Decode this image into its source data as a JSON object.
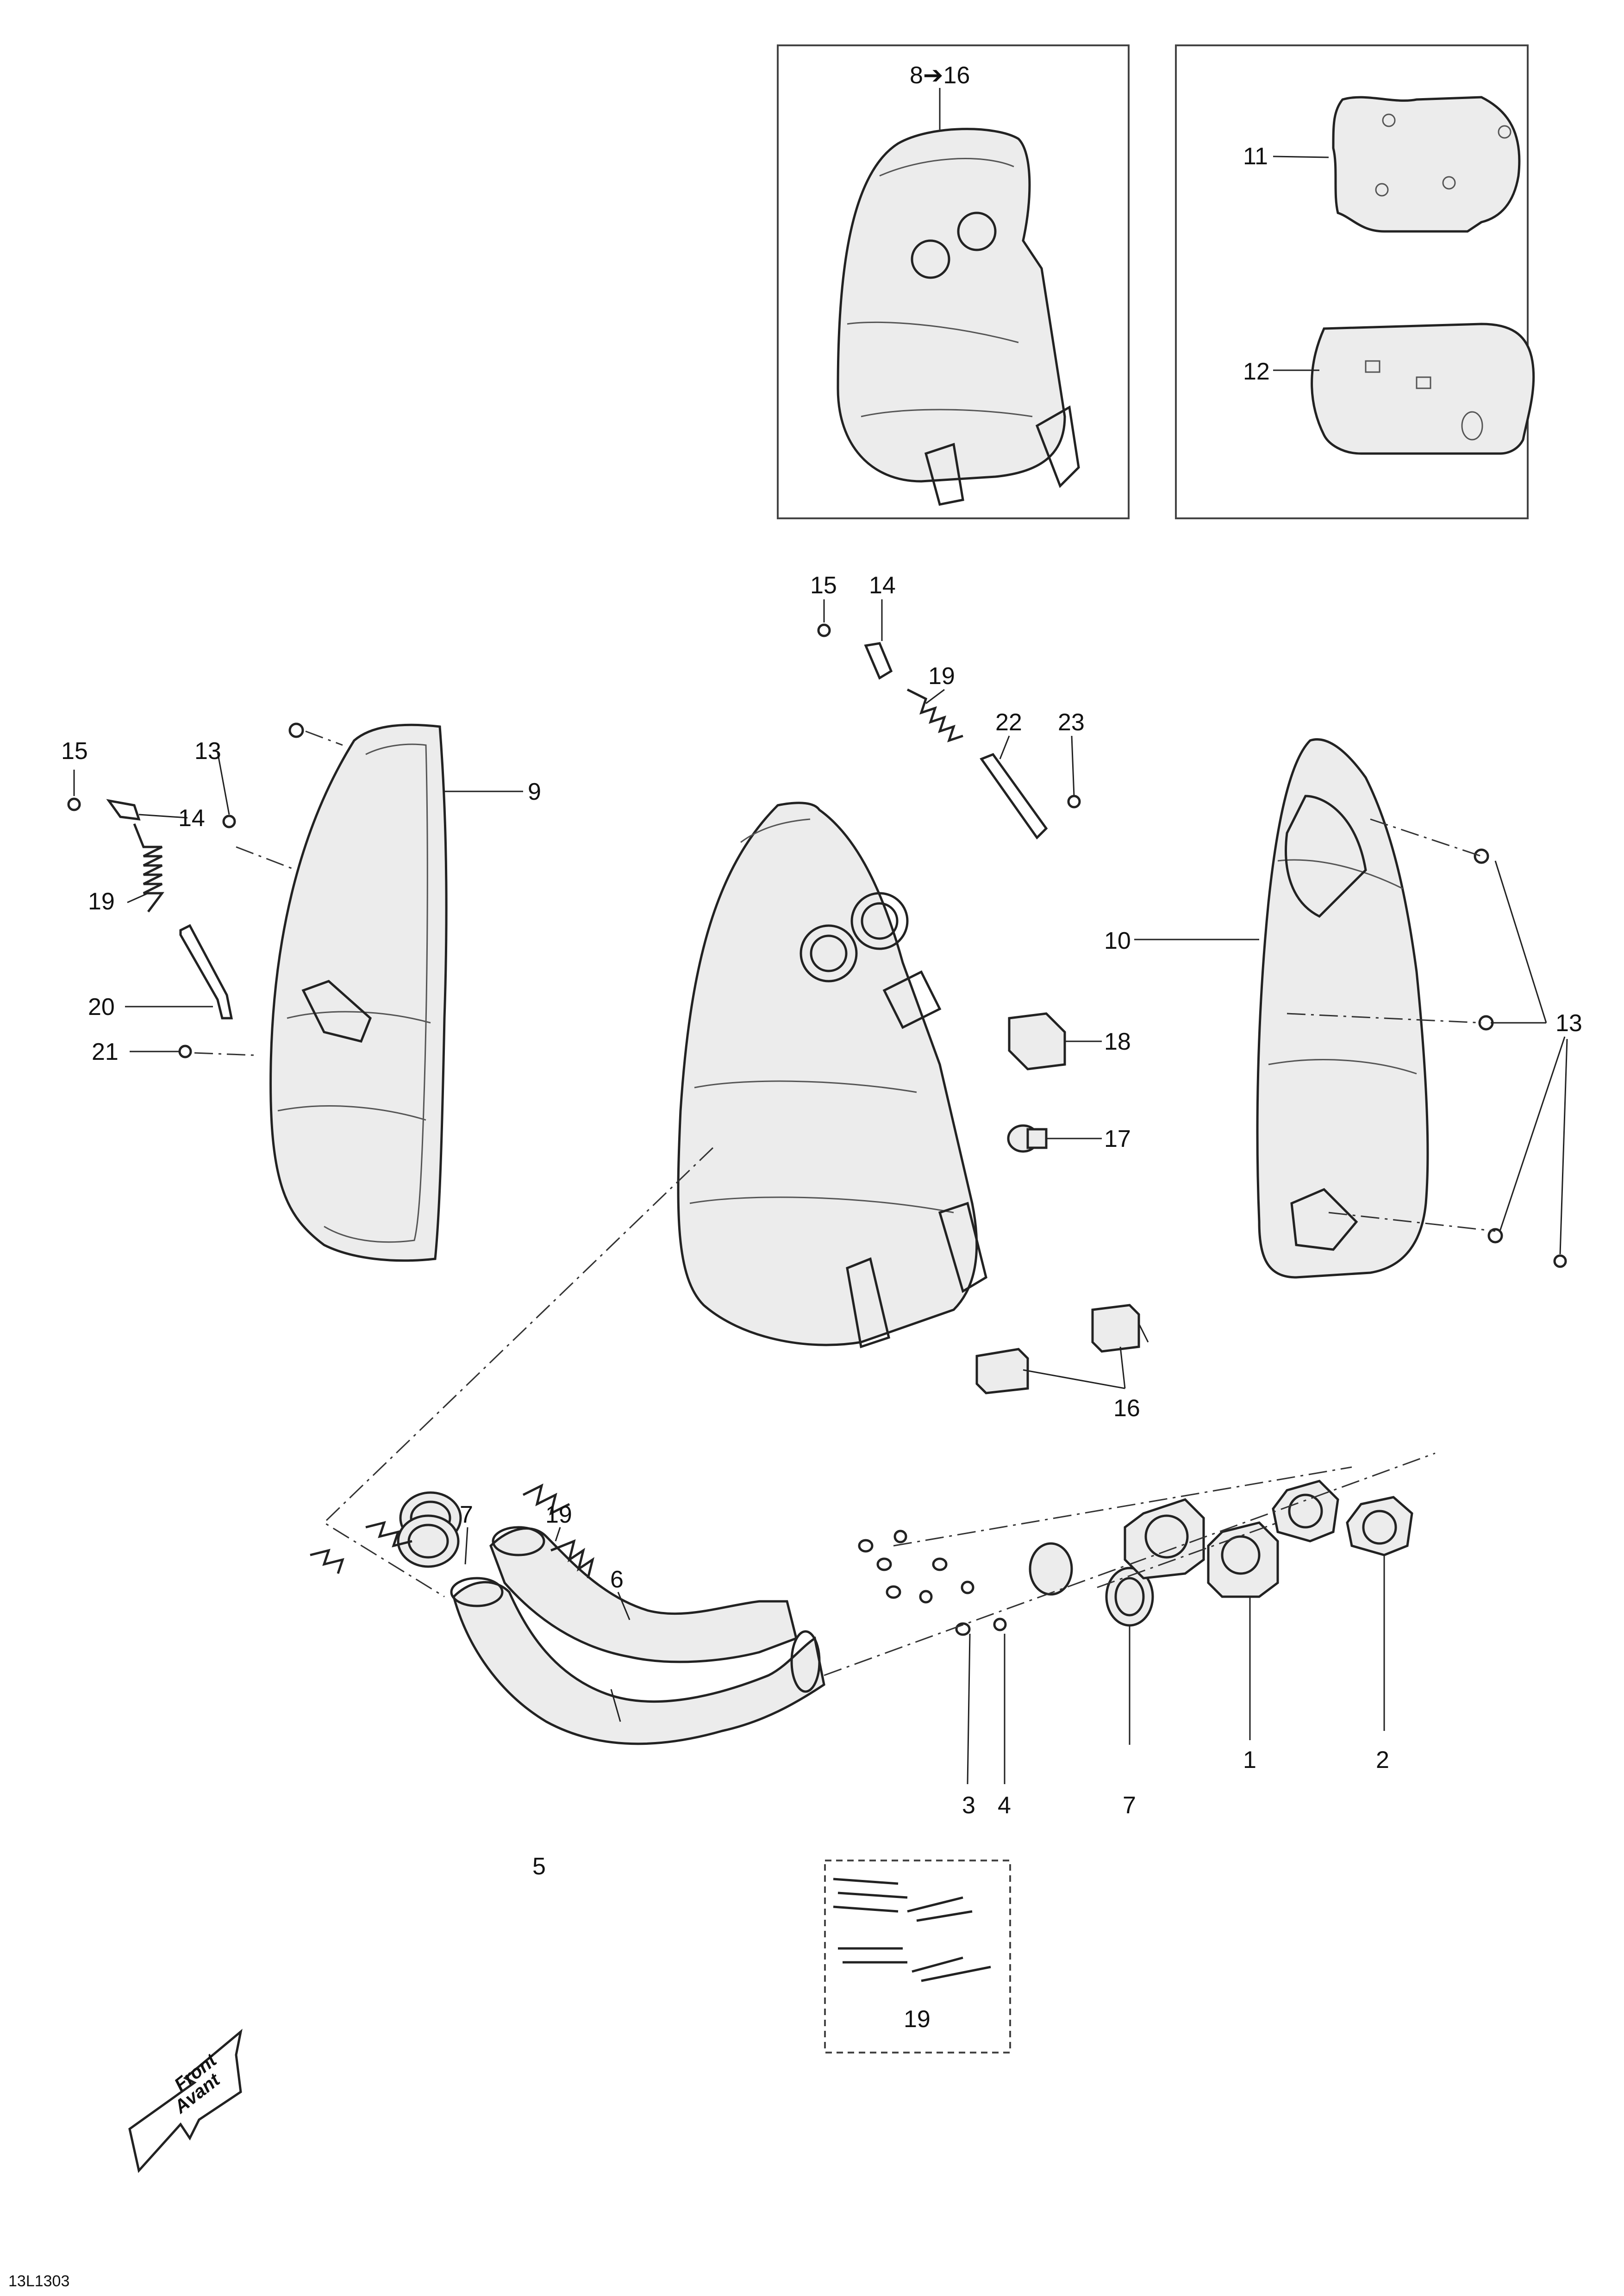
{
  "diagram": {
    "callouts": {
      "c1": "1",
      "c2": "2",
      "c3": "3",
      "c4": "4",
      "c5": "5",
      "c6": "6",
      "c7a": "7",
      "c7b": "7",
      "c8_16": "8➔16",
      "c9": "9",
      "c10": "10",
      "c11": "11",
      "c12": "12",
      "c13a": "13",
      "c13b": "13",
      "c14a": "14",
      "c14b": "14",
      "c15a": "15",
      "c15b": "15",
      "c16": "16",
      "c17": "17",
      "c18": "18",
      "c19a": "19",
      "c19b": "19",
      "c19c": "19",
      "c19d": "19",
      "c20": "20",
      "c21": "21",
      "c22": "22",
      "c23": "23"
    },
    "front_arrow": {
      "line1": "Front",
      "line2": "Avant"
    },
    "figure_code": "13L1303"
  }
}
